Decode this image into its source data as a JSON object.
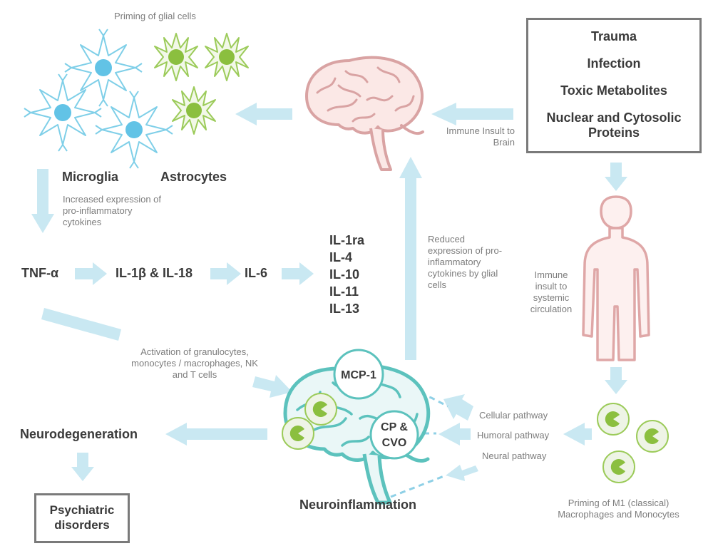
{
  "priming_glial": "Priming of glial cells",
  "microglia": "Microglia",
  "astrocytes": "Astrocytes",
  "increased_expression": "Increased expression of pro-inflammatory cytokines",
  "cytokine_chain": [
    "TNF-α",
    "IL-1β & IL-18",
    "IL-6"
  ],
  "anti_inflammatory": [
    "IL-1ra",
    "IL-4",
    "IL-10",
    "IL-11",
    "IL-13"
  ],
  "reduced_expression": "Reduced expression of pro-inflammatory cytokines by glial cells",
  "triggers": [
    "Trauma",
    "Infection",
    "Toxic Metabolites",
    "Nuclear and Cytosolic Proteins"
  ],
  "immune_insult_brain": "Immune Insult to Brain",
  "immune_insult_systemic": "Immune insult to systemic circulation",
  "activation": "Activation of granulocytes, monocytes / macrophages, NK and T cells",
  "mcp1": "MCP-1",
  "cp_cvo": [
    "CP &",
    "CVO"
  ],
  "pathways": [
    "Cellular pathway",
    "Humoral pathway",
    "Neural pathway"
  ],
  "neuroinflammation": "Neuroinflammation",
  "neurodegeneration": "Neurodegeneration",
  "psychiatric": [
    "Psychiatric",
    "disorders"
  ],
  "priming_m1": "Priming of M1 (classical) Macrophages and Monocytes",
  "colors": {
    "arrow": "#c9e8f2",
    "microglia": "#62c3e6",
    "astrocyte": "#8bbf3f",
    "brain_top": "#d9a3a3",
    "brain_bottom": "#5cc2bd",
    "body": "#dfa7a7"
  }
}
